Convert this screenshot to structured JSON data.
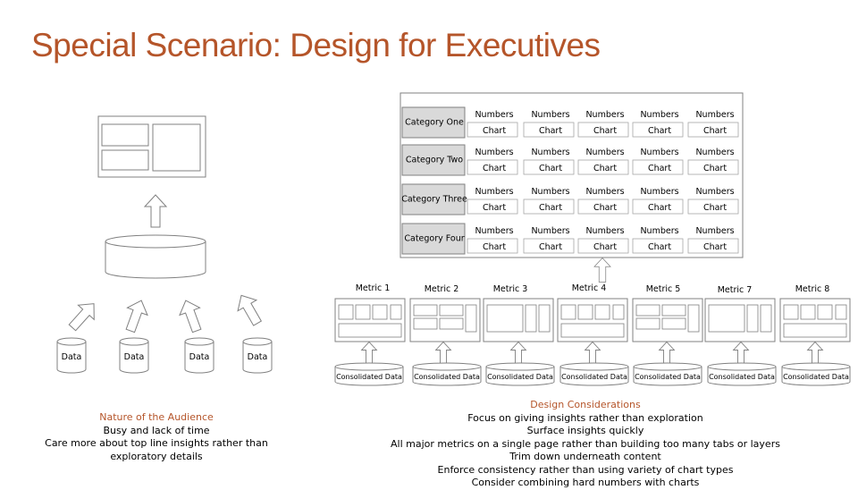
{
  "title": "Special Scenario: Design for Executives",
  "grid": {
    "categories": [
      "Category One",
      "Category Two",
      "Category Three",
      "Category Four"
    ],
    "cell_top": "Numbers",
    "cell_bottom": "Chart"
  },
  "metrics": [
    "Metric 1",
    "Metric 2",
    "Metric 3",
    "Metric 4",
    "Metric 5",
    "Metric 7",
    "Metric 8"
  ],
  "consolidated_label": "Consolidated Data",
  "data_label": "Data",
  "audience": {
    "heading": "Nature of the Audience",
    "lines": [
      "Busy and lack of time",
      "Care more about top line insights rather than",
      "exploratory details"
    ]
  },
  "design": {
    "heading": "Design Considerations",
    "lines": [
      "Focus on giving insights rather than exploration",
      "Surface insights quickly",
      "All major metrics on a single page rather than building too many tabs or layers",
      "Trim down underneath content",
      "Enforce consistency rather than using variety of chart types",
      "Consider combining hard numbers with charts"
    ]
  }
}
